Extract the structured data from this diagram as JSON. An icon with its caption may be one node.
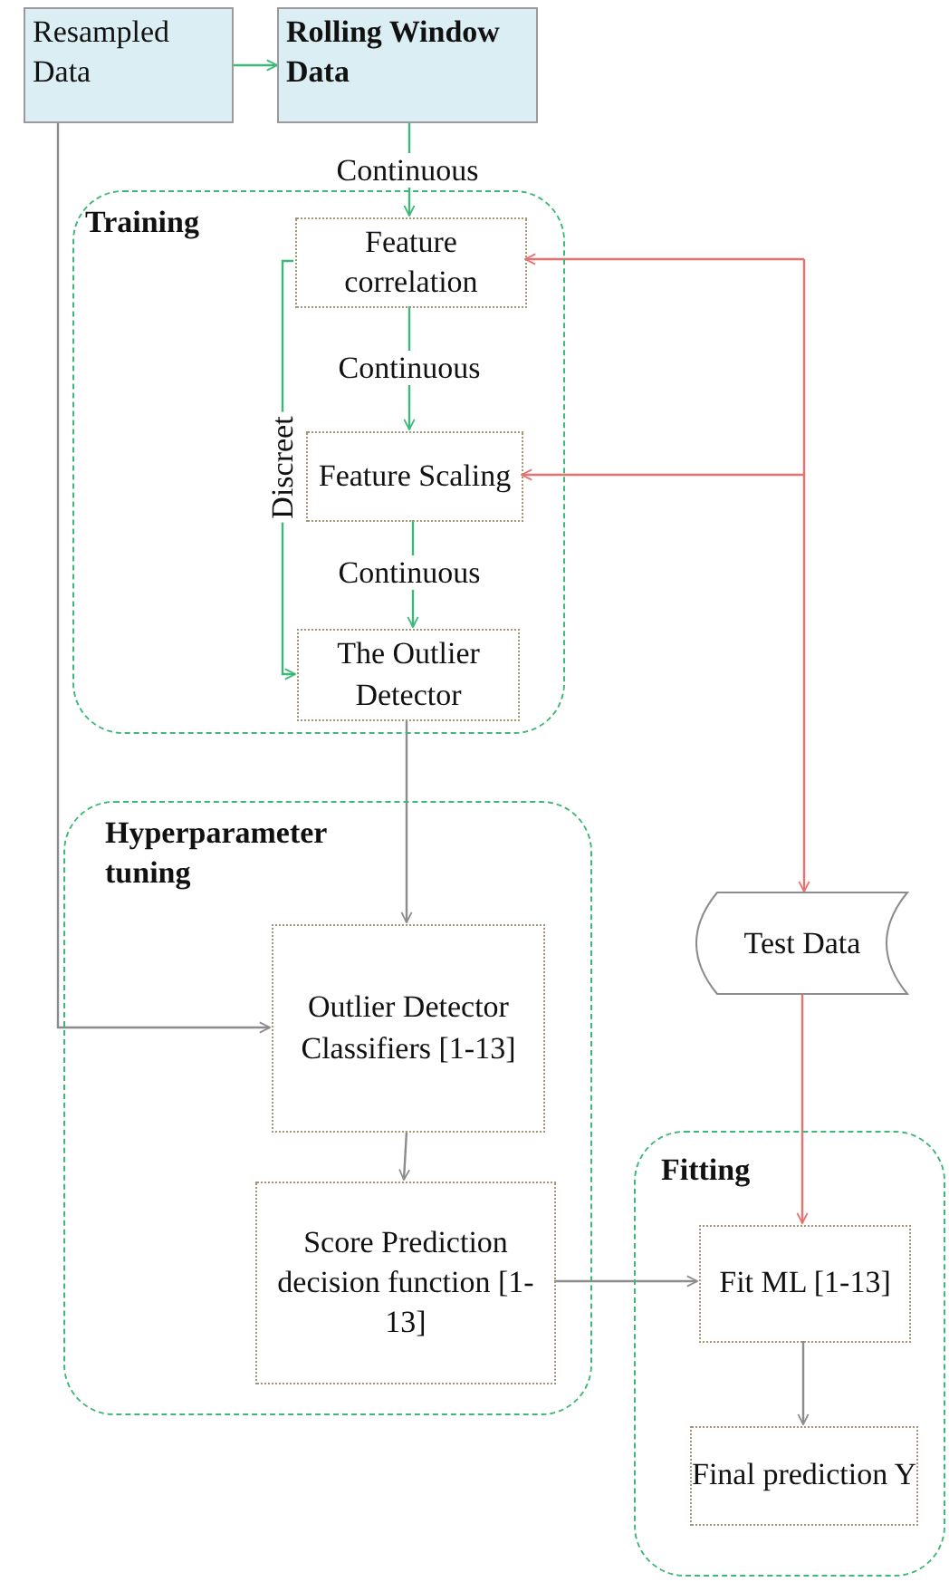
{
  "diagram": {
    "nodes": [
      {
        "text": [
          "Resampled Data"
        ]
      },
      {
        "text": [
          "Rolling Window Data"
        ]
      },
      {
        "text": [
          "Training"
        ]
      },
      {
        "text": [
          "Feature correlation"
        ],
        "in": 2
      },
      {
        "text": [
          "Feature Scaling"
        ],
        "in": 2
      },
      {
        "text": [
          "The Outlier Detector"
        ],
        "in": 2
      },
      {
        "text": [
          "Hyperparameter tuning"
        ]
      },
      {
        "text": [
          "Outlier Detector Classifiers [1-13]"
        ],
        "in": 6
      },
      {
        "text": [
          "Score Prediction decision function [1-13]"
        ],
        "in": 6
      },
      {
        "text": [
          "Test Data"
        ]
      },
      {
        "text": [
          "Fitting"
        ]
      },
      {
        "text": [
          "Fit ML [1-13]"
        ],
        "in": 10
      },
      {
        "text": [
          "Final prediction Y"
        ],
        "in": 10
      }
    ],
    "edges": [
      {
        "from": 0,
        "to": 1,
        "arrow": "to",
        "color": "#3cb878"
      },
      {
        "from": 1,
        "to": 3,
        "arrow": "to",
        "label": "Continuous",
        "color": "#3cb878"
      },
      {
        "from": 3,
        "to": 4,
        "arrow": "to",
        "label": "Continuous",
        "color": "#3cb878"
      },
      {
        "from": 4,
        "to": 5,
        "arrow": "to",
        "label": "Continuous",
        "color": "#3cb878"
      },
      {
        "from": 3,
        "to": 5,
        "arrow": "to",
        "label": "Discreet",
        "color": "#3cb878"
      },
      {
        "from": 5,
        "to": 7,
        "arrow": "to",
        "color": "#8c8c8c"
      },
      {
        "from": 0,
        "to": 7,
        "arrow": "to",
        "color": "#8c8c8c"
      },
      {
        "from": 7,
        "to": 8,
        "arrow": "to",
        "color": "#8c8c8c"
      },
      {
        "from": 8,
        "to": 11,
        "arrow": "to",
        "color": "#8c8c8c"
      },
      {
        "from": null,
        "to": 3,
        "arrow": "to",
        "color": "#e8706e"
      },
      {
        "from": null,
        "to": 4,
        "arrow": "to",
        "color": "#e8706e"
      },
      {
        "from": null,
        "to": 9,
        "arrow": "to",
        "color": "#e8706e"
      },
      {
        "from": 9,
        "to": 11,
        "arrow": "to",
        "color": "#e8706e"
      },
      {
        "from": 11,
        "to": 12,
        "arrow": "to",
        "color": "#8c8c8c"
      }
    ]
  }
}
